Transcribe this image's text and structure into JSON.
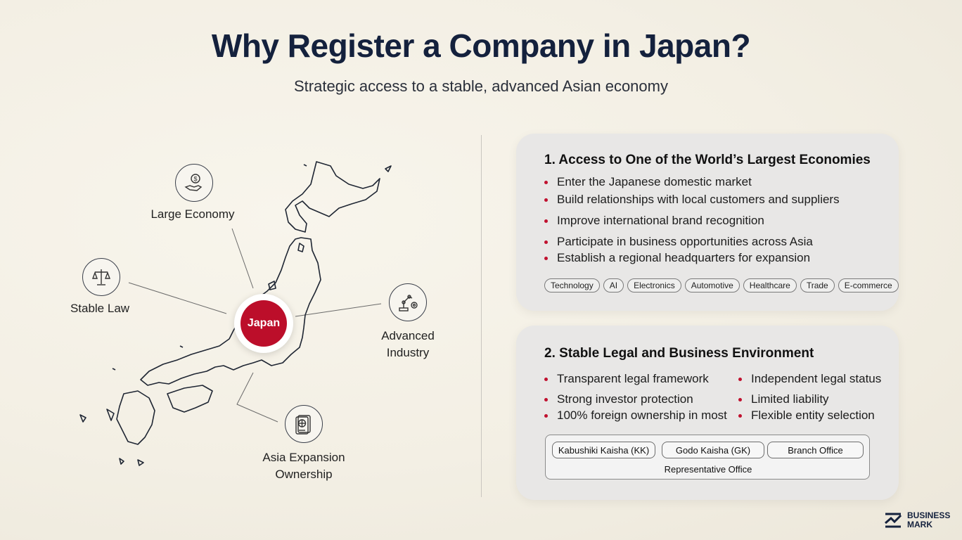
{
  "header": {
    "title": "Why Register a Company in Japan?",
    "subtitle": "Strategic access to a stable, advanced Asian economy"
  },
  "map": {
    "center_label": "Japan",
    "features": [
      {
        "label": "Large Economy",
        "icon": "money-hand-icon"
      },
      {
        "label": "Stable Law",
        "icon": "scales-icon"
      },
      {
        "label": "Advanced Industry",
        "icon": "robot-arm-icon"
      },
      {
        "label": "Asia Expansion Ownership",
        "icon": "passport-icon"
      }
    ]
  },
  "cards": [
    {
      "title": "1. Access to One of the World’s Largest Economies",
      "bullets": [
        "Enter the Japanese domestic market",
        "Build relationships with local customers and suppliers",
        "Improve international brand recognition",
        "Participate in business opportunities across Asia",
        "Establish a regional headquarters for expansion"
      ],
      "tags": [
        "Technology",
        "AI",
        "Electronics",
        "Automotive",
        "Healthcare",
        "Trade",
        "E-commerce"
      ]
    },
    {
      "title": "2. Stable Legal and Business Environment",
      "bullets_left": [
        "Transparent legal framework",
        "Strong investor protection",
        "100% foreign ownership in most"
      ],
      "bullets_right": [
        "Independent legal status",
        "Limited liability",
        "Flexible entity selection"
      ],
      "entities": [
        "Kabushiki Kaisha (KK)",
        "Godo Kaisha (GK)",
        "Branch Office",
        "Representative Office"
      ]
    }
  ],
  "brand": {
    "line1": "BUSINESS",
    "line2": "MARK"
  },
  "colors": {
    "accent_red": "#bc0e2a",
    "navy": "#14213d"
  }
}
